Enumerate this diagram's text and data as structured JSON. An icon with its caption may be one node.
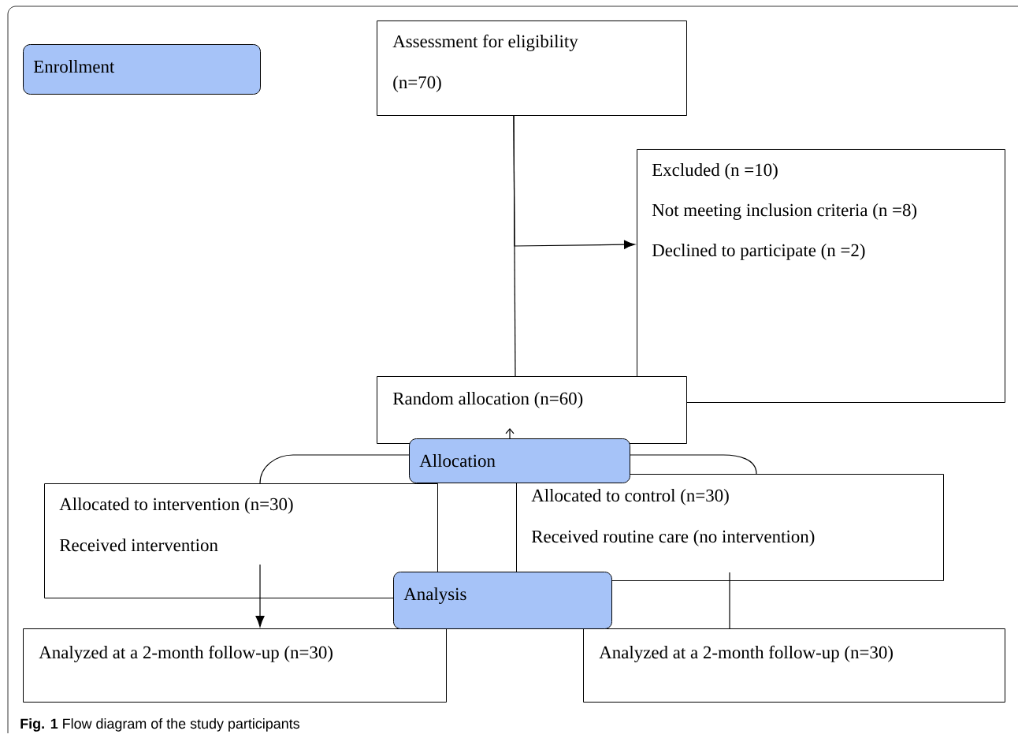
{
  "diagram": {
    "caption": "**Fig. 1** Flow diagram of the study participants",
    "nodes": [
      {
        "text": [
          "Enrollment"
        ]
      },
      {
        "text": [
          "Assessment for eligibility",
          "(n=70)"
        ]
      },
      {
        "text": [
          "Excluded (n =10)",
          "Not meeting inclusion criteria (n =8)",
          "Declined to participate (n =2)"
        ]
      },
      {
        "text": [
          "Random allocation (n=60)"
        ]
      },
      {
        "text": [
          "Allocation"
        ]
      },
      {
        "text": [
          "Allocated to intervention (n=30)",
          "Received intervention"
        ]
      },
      {
        "text": [
          "Allocated to control (n=30)",
          "Received routine care (no intervention)"
        ]
      },
      {
        "text": [
          "Analysis"
        ]
      },
      {
        "text": [
          "Analyzed at a 2-month follow-up (n=30)"
        ]
      },
      {
        "text": [
          "Analyzed at a 2-month follow-up (n=30)"
        ]
      }
    ],
    "edges": [
      {
        "from": 1,
        "to": 3,
        "arrow": "none"
      },
      {
        "from": 1,
        "to": 2,
        "arrow": "to"
      },
      {
        "from": 4,
        "to": 3,
        "arrow": "to"
      },
      {
        "from": 4,
        "to": 5,
        "arrow": "none"
      },
      {
        "from": 4,
        "to": 6,
        "arrow": "none"
      },
      {
        "from": 5,
        "to": 8,
        "arrow": "to"
      },
      {
        "from": 6,
        "to": 9,
        "arrow": "none"
      }
    ]
  }
}
